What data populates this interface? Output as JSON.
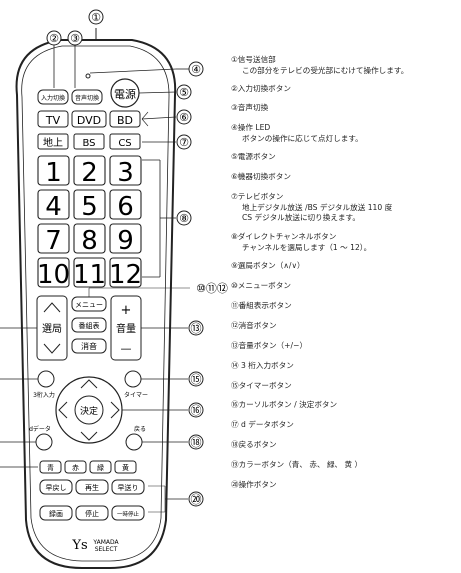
{
  "remote": {
    "input_switch": "入力切換",
    "audio_switch": "音声切換",
    "power": "電源",
    "device_buttons": [
      "TV",
      "DVD",
      "BD"
    ],
    "broadcast_buttons": [
      "地上",
      "BS",
      "CS"
    ],
    "number_buttons": [
      "1",
      "2",
      "3",
      "4",
      "5",
      "6",
      "7",
      "8",
      "9",
      "10",
      "11",
      "12"
    ],
    "channel_select": "選局",
    "menu": "メニュー",
    "program_guide": "番組表",
    "mute": "消音",
    "volume": "音量",
    "volume_plus": "+",
    "volume_minus": "—",
    "three_digit": "3桁入力",
    "timer": "タイマー",
    "enter": "決定",
    "d_data": "dデータ",
    "back": "戻る",
    "color_buttons": [
      "青",
      "赤",
      "緑",
      "黄"
    ],
    "playback_buttons": [
      "早戻し",
      "再生",
      "早送り",
      "録画",
      "停止",
      "一時停止"
    ],
    "brand_name": "YAMADA",
    "brand_sub": "SELECT",
    "brand_mark": "Ys"
  },
  "callouts": [
    "①",
    "②",
    "③",
    "④",
    "⑤",
    "⑥",
    "⑦",
    "⑧",
    "⑩⑪⑫",
    "⑬",
    "⑮",
    "⑯",
    "⑱",
    "⑳"
  ],
  "legend": [
    {
      "title": "①信号送信部",
      "sub": "この部分をテレビの受光部にむけて操作します。"
    },
    {
      "title": "②入力切換ボタン"
    },
    {
      "title": "③音声切換"
    },
    {
      "title": "④操作 LED",
      "sub": "ボタンの操作に応じて点灯します。"
    },
    {
      "title": "⑤電源ボタン"
    },
    {
      "title": "⑥機器切換ボタン"
    },
    {
      "title": "⑦テレビボタン",
      "sub": "地上デジタル放送 /BS デジタル放送 110 度",
      "sub2": "CS デジタル放送に切り換えます。"
    },
    {
      "title": "⑧ダイレクトチャンネルボタン",
      "sub": "チャンネルを選局します（1 ～ 12）。"
    },
    {
      "title": "⑨選局ボタン（∧/∨）"
    },
    {
      "title": "⑩メニューボタン"
    },
    {
      "title": "⑪番組表示ボタン"
    },
    {
      "title": "⑫消音ボタン"
    },
    {
      "title": "⑬音量ボタン（+/−）"
    },
    {
      "title": "⑭ 3 桁入力ボタン"
    },
    {
      "title": "⑮タイマーボタン"
    },
    {
      "title": "⑯カーソルボタン / 決定ボタン"
    },
    {
      "title": "⑰ d データボタン"
    },
    {
      "title": "⑱戻るボタン"
    },
    {
      "title": "⑲カラーボタン（青、 赤、 緑、 黄 ）"
    },
    {
      "title": "⑳操作ボタン"
    }
  ]
}
